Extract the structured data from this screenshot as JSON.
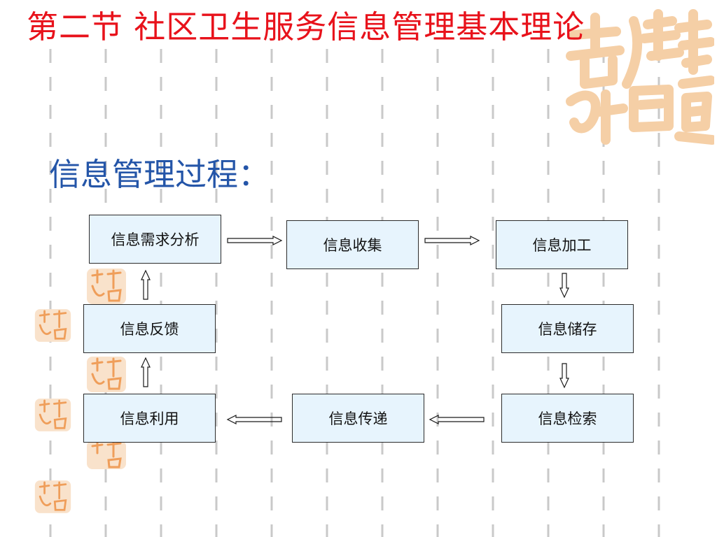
{
  "slide": {
    "title": "第二节  社区卫生服务信息管理基本理论",
    "subtitle": "信息管理过程："
  },
  "flow": {
    "nodes": {
      "demand_analysis": "信息需求分析",
      "collection": "信息收集",
      "processing": "信息加工",
      "storage": "信息储存",
      "retrieval": "信息检索",
      "transmission": "信息传递",
      "utilization": "信息利用",
      "feedback": "信息反馈"
    },
    "order": [
      "信息需求分析",
      "信息收集",
      "信息加工",
      "信息储存",
      "信息检索",
      "信息传递",
      "信息利用",
      "信息反馈",
      "信息需求分析"
    ]
  },
  "colors": {
    "title": "#e8121b",
    "subtitle": "#2455a8",
    "box_fill": "#e7f4fd",
    "box_border": "#2b2b2b",
    "seal": "#f5cfa6",
    "dash": "#c9c9c9"
  },
  "decor": {
    "background": "vertical-dash-grid",
    "seal_icon": "seal-stamp-icon"
  }
}
